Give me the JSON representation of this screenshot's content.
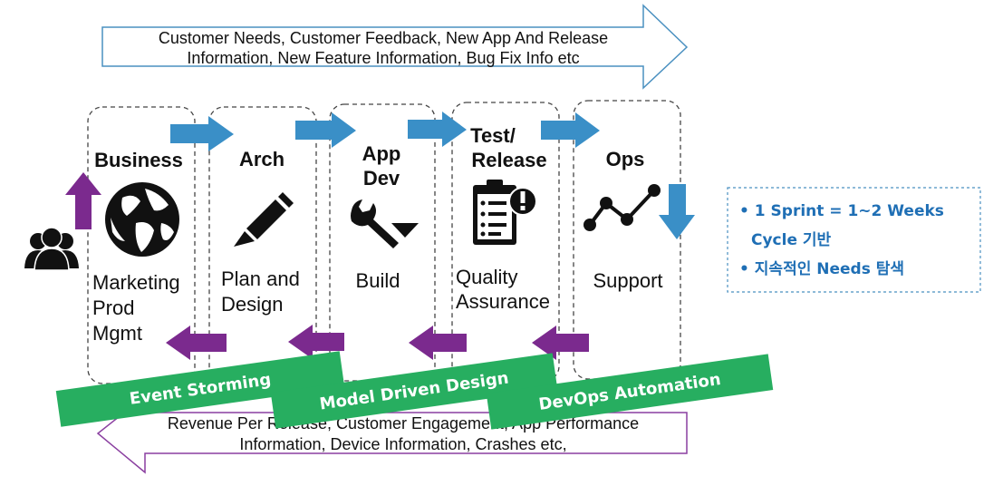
{
  "feedback_top": {
    "line1": "Customer Needs, Customer Feedback, New App And Release",
    "line2": "Information, New Feature Information, Bug Fix Info etc"
  },
  "feedback_bottom": {
    "line1": "Revenue Per Release, Customer Engagement, App Performance",
    "line2": "Information, Device Information, Crashes etc,"
  },
  "stages": [
    {
      "title": [
        "Business"
      ],
      "icon": "globe-icon",
      "subtitle": [
        "Marketing",
        "Prod",
        "Mgmt"
      ]
    },
    {
      "title": [
        "Arch"
      ],
      "icon": "pencil-icon",
      "subtitle": [
        "Plan and",
        "Design"
      ]
    },
    {
      "title": [
        "App",
        "Dev"
      ],
      "icon": "wrench-icon",
      "subtitle": [
        "Build"
      ]
    },
    {
      "title": [
        "Test/",
        "Release"
      ],
      "icon": "clipboard-icon",
      "subtitle": [
        "Quality",
        "Assurance"
      ]
    },
    {
      "title": [
        "Ops"
      ],
      "icon": "line-chart-icon",
      "subtitle": [
        "Support"
      ]
    }
  ],
  "banners": [
    "Event Storming",
    "Model Driven Design",
    "DevOps Automation"
  ],
  "notes": [
    "• 1 Sprint = 1~2 Weeks",
    "Cycle 기반",
    "• 지속적인 Needs 탐색"
  ],
  "icons": {
    "people": "people-icon"
  },
  "colors": {
    "forward_arrow": "#3a8fc7",
    "backward_arrow": "#7b2a8e",
    "banner": "#27ae60",
    "note_text": "#1f6fb5",
    "top_arrow_outline": "#4a90c0",
    "bottom_arrow_outline": "#8a3fa0"
  }
}
